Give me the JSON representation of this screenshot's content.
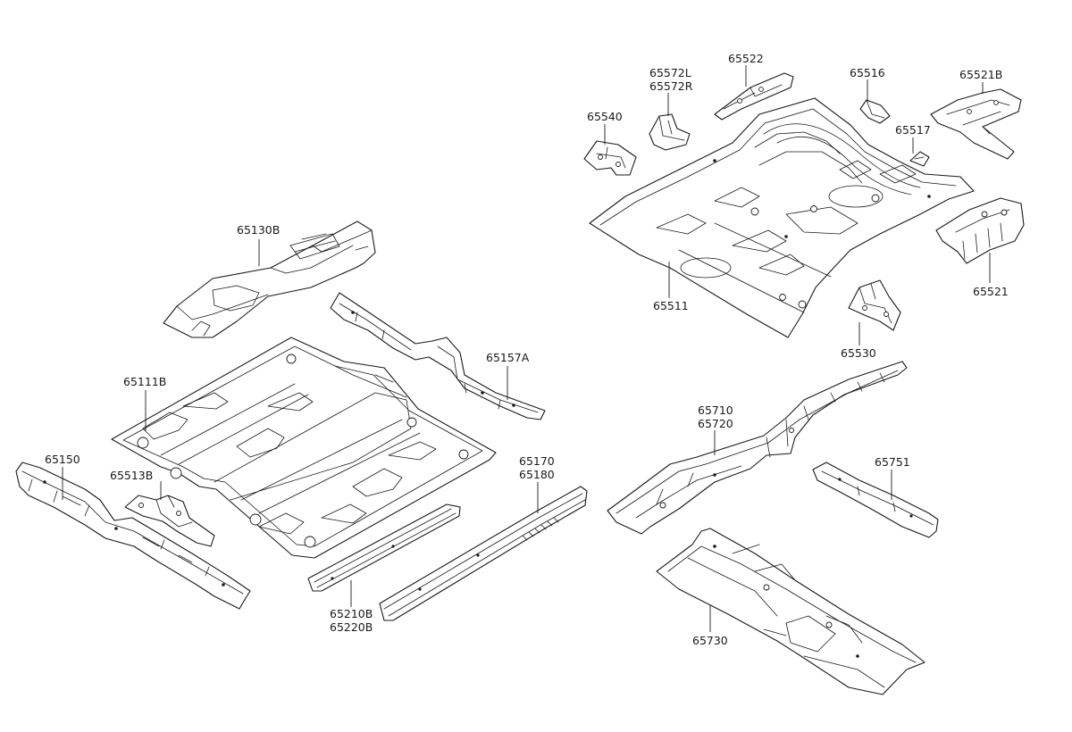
{
  "labels": {
    "p65130B": "65130B",
    "p65111B": "65111B",
    "p65157A": "65157A",
    "p65150": "65150",
    "p65513B": "65513B",
    "p65170": "65170",
    "p65180": "65180",
    "p65210B": "65210B",
    "p65220B": "65220B",
    "p65540": "65540",
    "p65572L": "65572L",
    "p65572R": "65572R",
    "p65522": "65522",
    "p65516": "65516",
    "p65521B": "65521B",
    "p65517": "65517",
    "p65511": "65511",
    "p65521": "65521",
    "p65530": "65530",
    "p65710": "65710",
    "p65720": "65720",
    "p65751": "65751",
    "p65730": "65730"
  }
}
